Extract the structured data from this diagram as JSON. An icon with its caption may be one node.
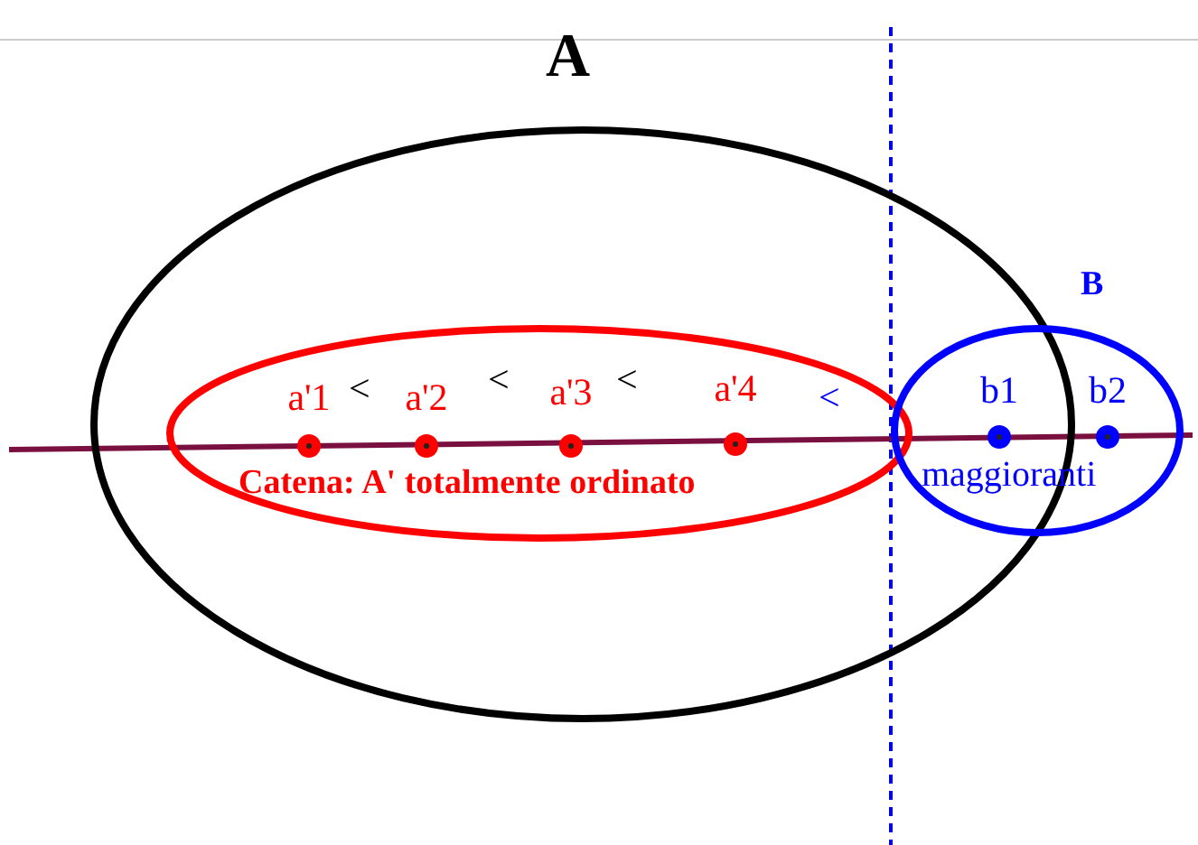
{
  "diagram": {
    "nodes": [
      {
        "text": [
          "A"
        ]
      },
      {
        "text": [
          "Catena: A' totalmente ordinato"
        ],
        "in": 0
      },
      {
        "text": [
          "B",
          "maggioranti"
        ]
      },
      {
        "text": [
          "a'1"
        ],
        "in": 1
      },
      {
        "text": [
          "a'2"
        ],
        "in": 1
      },
      {
        "text": [
          "a'3"
        ],
        "in": 1
      },
      {
        "text": [
          "a'4"
        ],
        "in": 1
      },
      {
        "text": [
          "b1"
        ]
      },
      {
        "text": [
          "b2"
        ],
        "in": 2
      }
    ],
    "edges": [],
    "labels": [
      "<",
      "<",
      "<",
      "<"
    ]
  }
}
